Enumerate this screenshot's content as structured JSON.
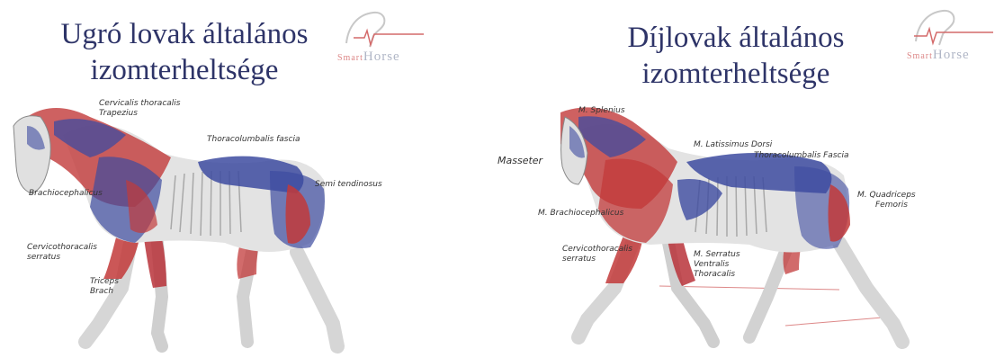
{
  "panels": [
    {
      "title_line1": "Ugró lovak általános",
      "title_line2": "izomterheltsége",
      "logo": {
        "small": "Smart",
        "big": "Horse"
      },
      "labels": {
        "cervicalis": [
          "Cervicalis thoracalis",
          "Trapezius"
        ],
        "thoracolumbalis": "Thoracolumbalis fascia",
        "brachiocephalicus": "Brachiocephalicus",
        "semitendinosus": "Semi tendinosus",
        "cervicothoracalis": [
          "Cervicothoracalis",
          "serratus"
        ],
        "triceps": [
          "Triceps",
          "Brach"
        ]
      }
    },
    {
      "title_line1": "Díjlovak általános",
      "title_line2": "izomterheltsége",
      "logo": {
        "small": "Smart",
        "big": "Horse"
      },
      "labels": {
        "splenius": "M. Splenius",
        "masseter": "Masseter",
        "dorsi": "M. Latissimus Dorsi",
        "thoracolumbalis": "Thoracolumbalis Fascia",
        "quadriceps": [
          "M. Quadriceps",
          "Femoris"
        ],
        "brachiocephalicus": "M. Brachiocephalicus",
        "cervicothoracalis": [
          "Cervicothoracalis",
          "serratus"
        ],
        "serratus": [
          "M. Serratus",
          "Ventralis",
          "Thoracalis"
        ]
      }
    }
  ],
  "colors": {
    "title": "#2e3468",
    "muscle_red": "#c23a3a",
    "muscle_blue": "#3d4ba0",
    "bone": "#d9d9d9"
  }
}
